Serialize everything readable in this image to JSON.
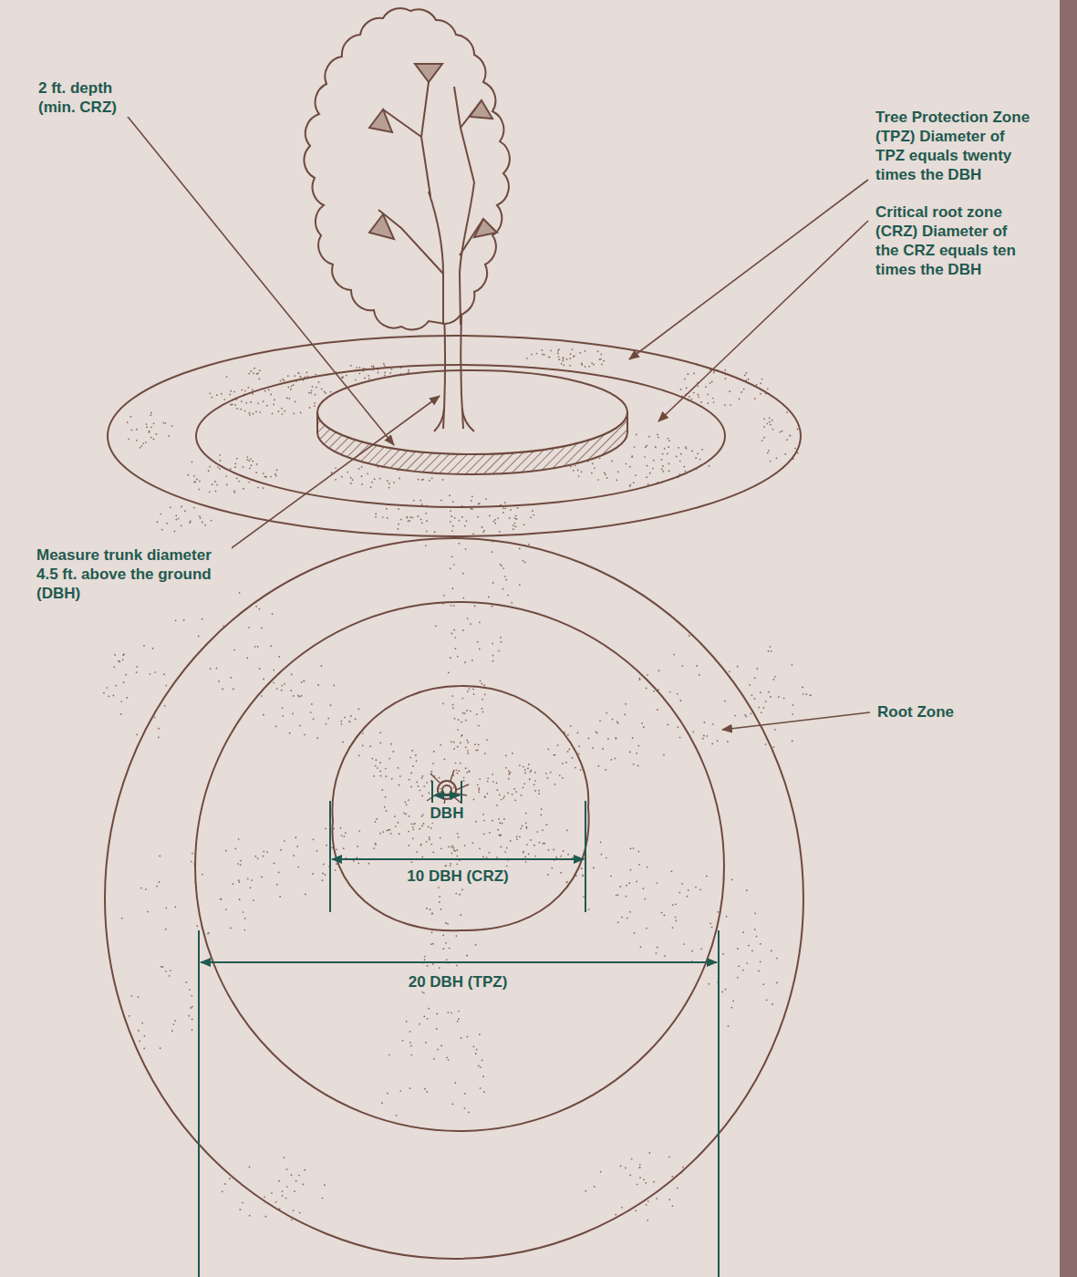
{
  "diagram": {
    "labels": [
      "2 ft. depth (min. CRZ)",
      "Tree Protection Zone (TPZ) Diameter of TPZ equals twenty times the DBH",
      "Critical root zone (CRZ) Diameter of the CRZ equals ten times the DBH",
      "Measure trunk diameter 4.5 ft. above the ground (DBH)",
      "Root Zone",
      "DBH",
      "10 DBH (CRZ)",
      "20 DBH (TPZ)"
    ]
  }
}
